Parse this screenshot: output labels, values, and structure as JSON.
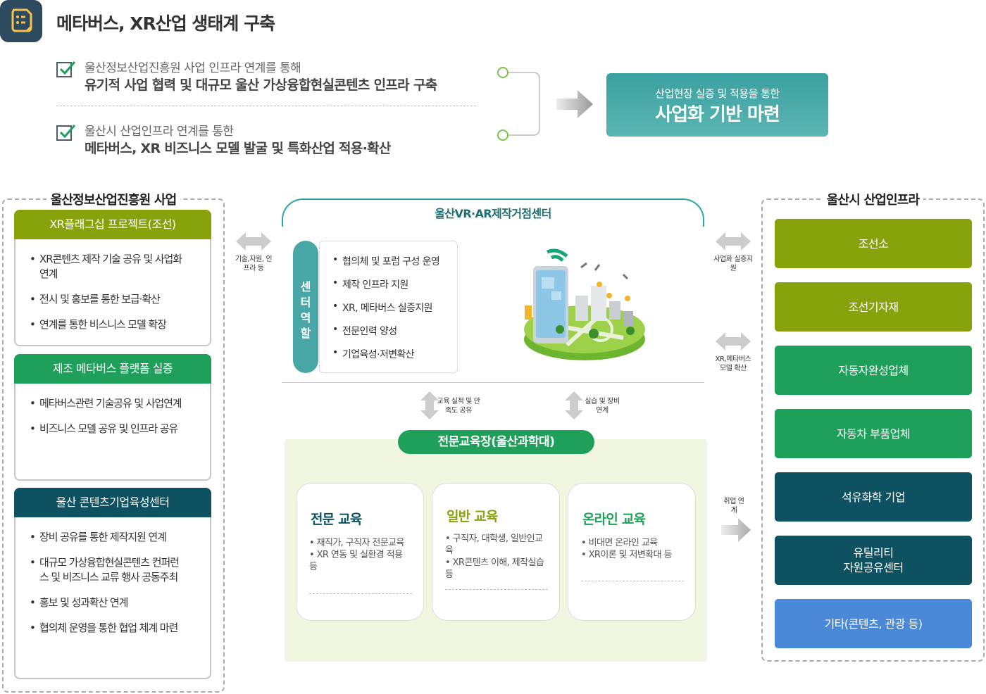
{
  "page": {
    "title": "메타버스, XR산업 생태계 구축"
  },
  "goals": [
    {
      "line1": "울산정보산업진흥원 사업 인프라 연계를 통해",
      "line2": "유기적 사업 협력 및 대규모 울산 가상융합현실콘텐츠 인프라 구축"
    },
    {
      "line1": "울산시 산업인프라 연계를 통한",
      "line2": "메타버스, XR 비즈니스 모델 발굴 및 특화산업 적용·확산"
    }
  ],
  "result": {
    "small": "산업현장 실증 및 적용을 통한",
    "big": "사업화 기반 마련"
  },
  "left": {
    "title": "울산정보산업진흥원 사업",
    "cards": [
      {
        "head": "XR플래그십 프로젝트(조선)",
        "items": [
          "XR콘텐츠 제작 기술 공유 및 사업화 연계",
          "전시 및 홍보를 통한 보급·확산",
          "연계를 통한 비스니스 모델 확장"
        ]
      },
      {
        "head": "제조 메타버스 플랫폼 실증",
        "items": [
          "메타버스관련 기술공유 및 사업연계",
          "비즈니스 모델 공유 및 인프라 공유"
        ]
      },
      {
        "head": "울산 콘텐츠기업육성센터",
        "items": [
          "장비 공유를 통한 제작지원 연계",
          "대규모 가상융합현실콘텐츠 컨퍼런스 및 비즈니스 교류 행사 공동주최",
          "홍보 및 성과확산 연계",
          "협의체 운영을 통한 협업 체계 마련"
        ]
      }
    ]
  },
  "links": {
    "left": "기술,자원, 인프라 등",
    "right_top": "사업화 실증지원",
    "right_mid": "XR,메타버스 모델 확산",
    "right_bottom": "취업 연계",
    "down_left": "교육 실적 및 만족도 공유",
    "down_right": "실습 및 장비 연계"
  },
  "center": {
    "title": "울산VR·AR제작거점센터",
    "role_label": [
      "센",
      "터",
      "역",
      "할"
    ],
    "roles": [
      "협의체 및 포럼 구성 운영",
      "제작 인프라 지원",
      "XR, 메타버스 실증지원",
      "전문인력 양성",
      "기업육성·저변확산"
    ]
  },
  "education": {
    "title": "전문교육장(울산과학대)",
    "cards": [
      {
        "title": "전문 교육",
        "desc": "• 재직가, 구직자 전문교육\n  • XR 연동 및 실환경 적용 등"
      },
      {
        "title": "일반 교육",
        "desc": "• 구직자, 대학생, 일반인교육\n  • XR콘텐츠 이해, 제작실습 등"
      },
      {
        "title": "온라인 교육",
        "desc": "• 비대면 온라인 교육\n  • XR이론 및 저변확대 등"
      }
    ]
  },
  "right": {
    "title": "울산시 산업인프라",
    "items": [
      "조선소",
      "조선기자재",
      "자동자완성업체",
      "자동차 부품업체",
      "석유화학 기업",
      "유틸리티\n자원공유센터",
      "기타(콘텐츠, 관광 등)"
    ]
  },
  "colors": {
    "olive": "#87a20a",
    "green": "#1ea05a",
    "teal_dark": "#0e5160",
    "blue": "#4a88d8",
    "teal": "#4aa7a8"
  }
}
